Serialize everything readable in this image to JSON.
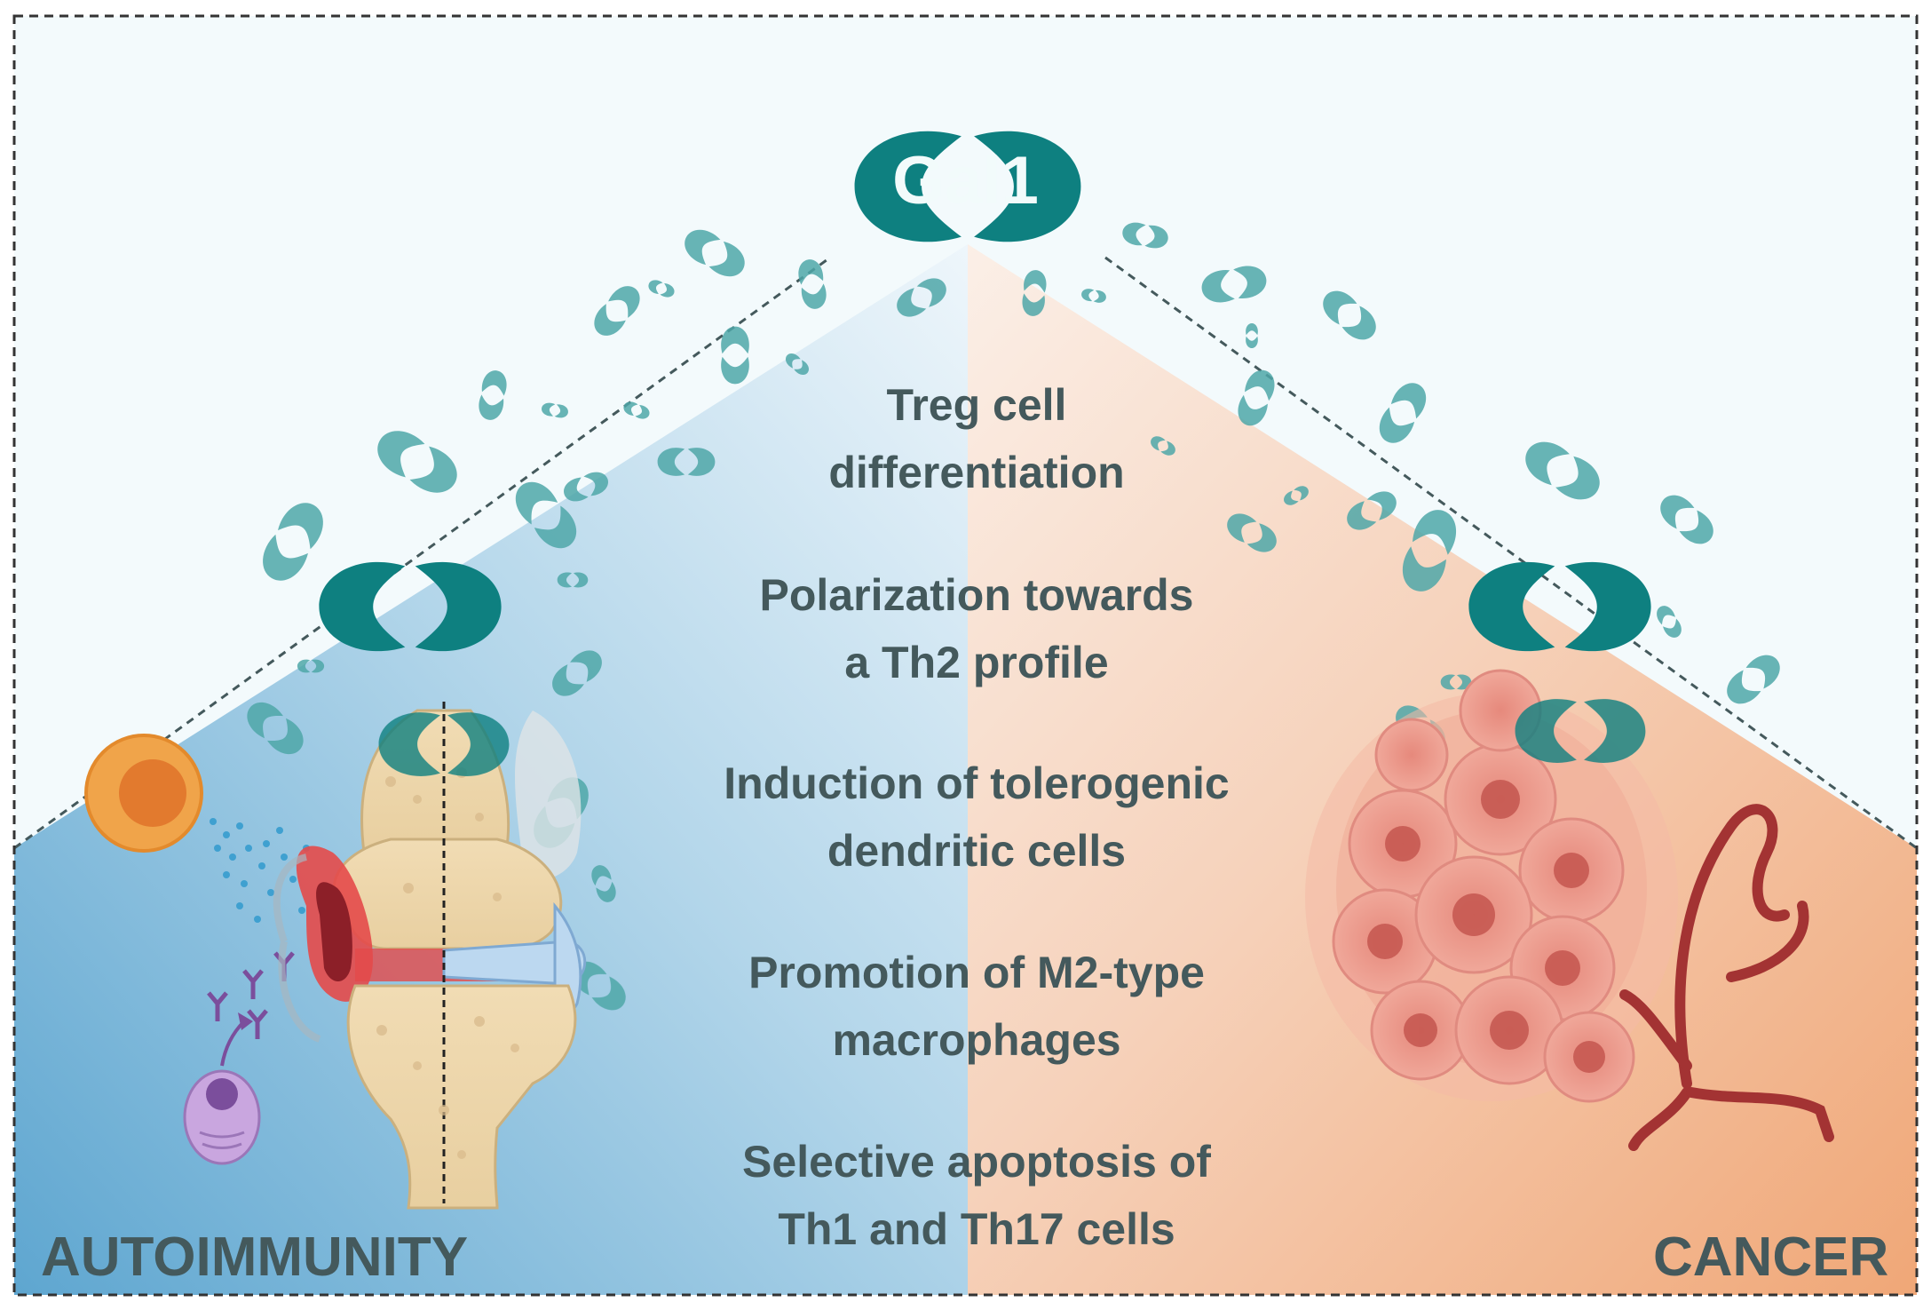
{
  "central_label": "Gal1",
  "functions": [
    {
      "line1": "Treg cell",
      "line2": "differentiation"
    },
    {
      "line1": "Polarization towards",
      "line2": "a Th2 profile"
    },
    {
      "line1": "Induction of tolerogenic",
      "line2": "dendritic cells"
    },
    {
      "line1": "Promotion of M2-type",
      "line2": "macrophages"
    },
    {
      "line1": "Selective apoptosis of",
      "line2": "Th1 and Th17 cells"
    }
  ],
  "left_label": "AUTOIMMUNITY",
  "right_label": "CANCER",
  "colors": {
    "galectin": "#0e8080",
    "galectin_light": "#5bb1b3",
    "autoimmunity_bg": "#5ea6d0",
    "cancer_bg": "#f0a777",
    "text": "#44595c",
    "sky": "#f3fafc"
  },
  "icons": [
    "galectin-dimer-icon",
    "joint-icon",
    "immune-cell-icon",
    "plasma-cell-icon",
    "antibody-icon",
    "tumor-icon",
    "blood-vessel-icon"
  ]
}
